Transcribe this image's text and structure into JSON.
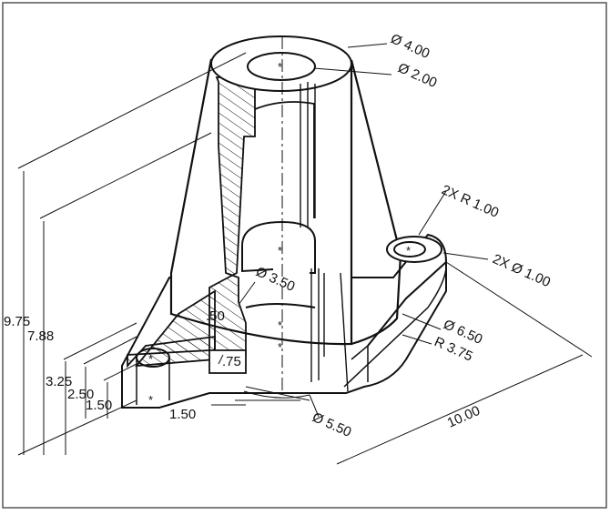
{
  "drawing": {
    "labels": {
      "d_outer_top": "Ø 4.00",
      "d_inner_top": "Ø 2.00",
      "r_holes": "2X R 1.00",
      "d_holes": "2X Ø 1.00",
      "d_counterbore": "Ø 3.50",
      "d_base": "Ø 6.50",
      "r_base": "R 3.75",
      "d_bottom": "Ø 5.50",
      "width": "10.00",
      "h_total": "9.75",
      "h_788": "7.88",
      "h_325": "3.25",
      "h_250": "2.50",
      "h_150": "1.50",
      "w_150": "1.50",
      "t_050": ".50",
      "t_075": ".75"
    },
    "colors": {
      "line": "#111111",
      "frame": "#555555",
      "background": "#ffffff"
    }
  }
}
